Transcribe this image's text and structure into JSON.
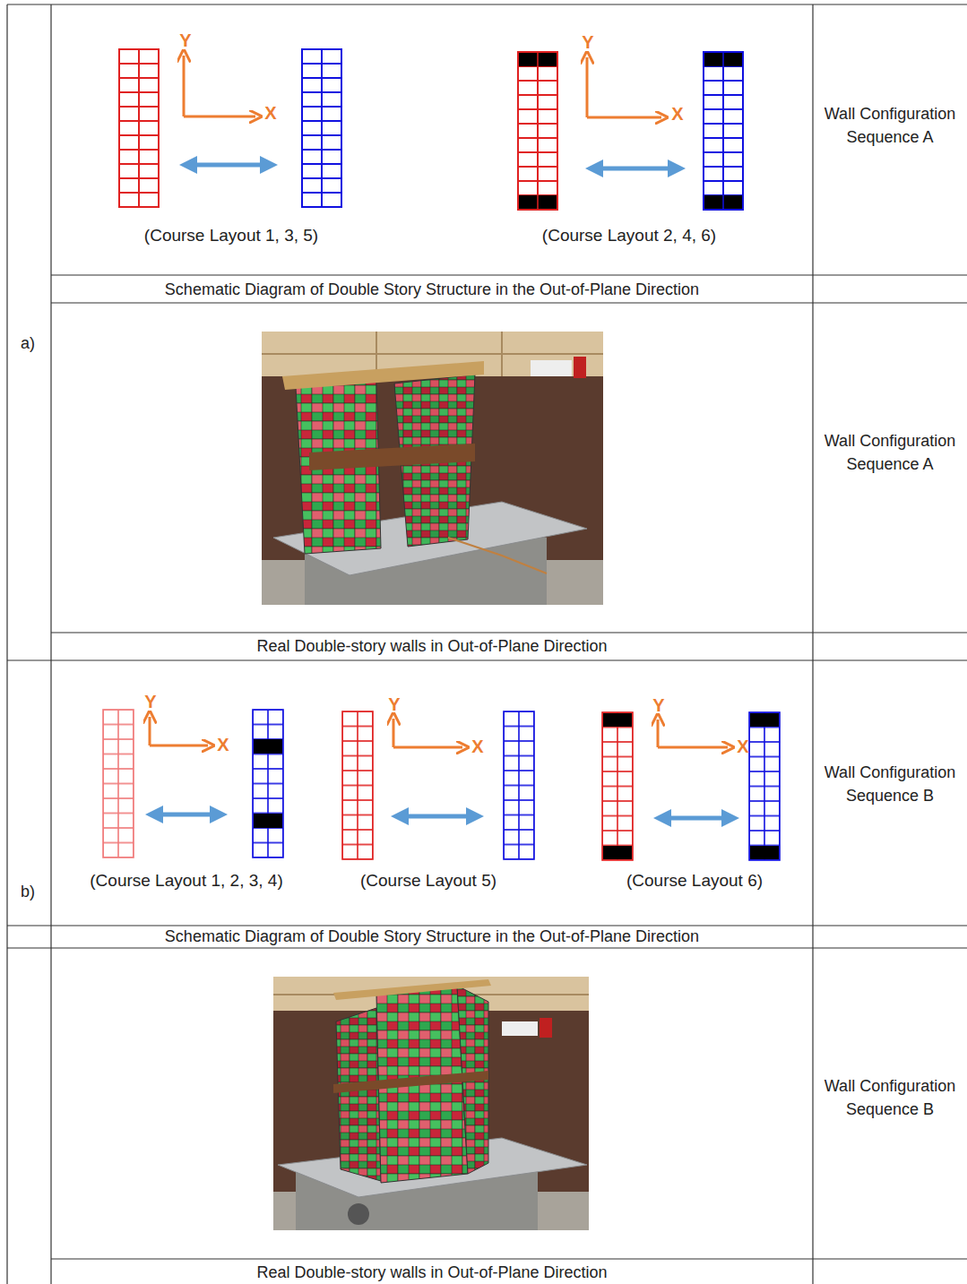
{
  "diagram": {
    "labels": [
      "a)",
      "Y",
      "X",
      "(Course Layout 1, 3, 5)",
      "Y",
      "X",
      "(Course Layout 2, 4, 6)",
      "Wall Configuration Sequence A",
      "Schematic Diagram of Double Story Structure in the Out-of-Plane Direction",
      "Wall Configuration Sequence A",
      "Real Double-story walls in Out-of-Plane Direction",
      "b)",
      "Y",
      "X",
      "(Course Layout 1, 2, 3, 4)",
      "Y",
      "X",
      "(Course Layout 5)",
      "Y",
      "X",
      "(Course Layout 6)",
      "Wall Configuration Sequence B",
      "Schematic Diagram of Double Story Structure in the Out-of-Plane Direction",
      "Wall Configuration Sequence B",
      "Real Double-story walls in Out-of-Plane Direction"
    ]
  }
}
